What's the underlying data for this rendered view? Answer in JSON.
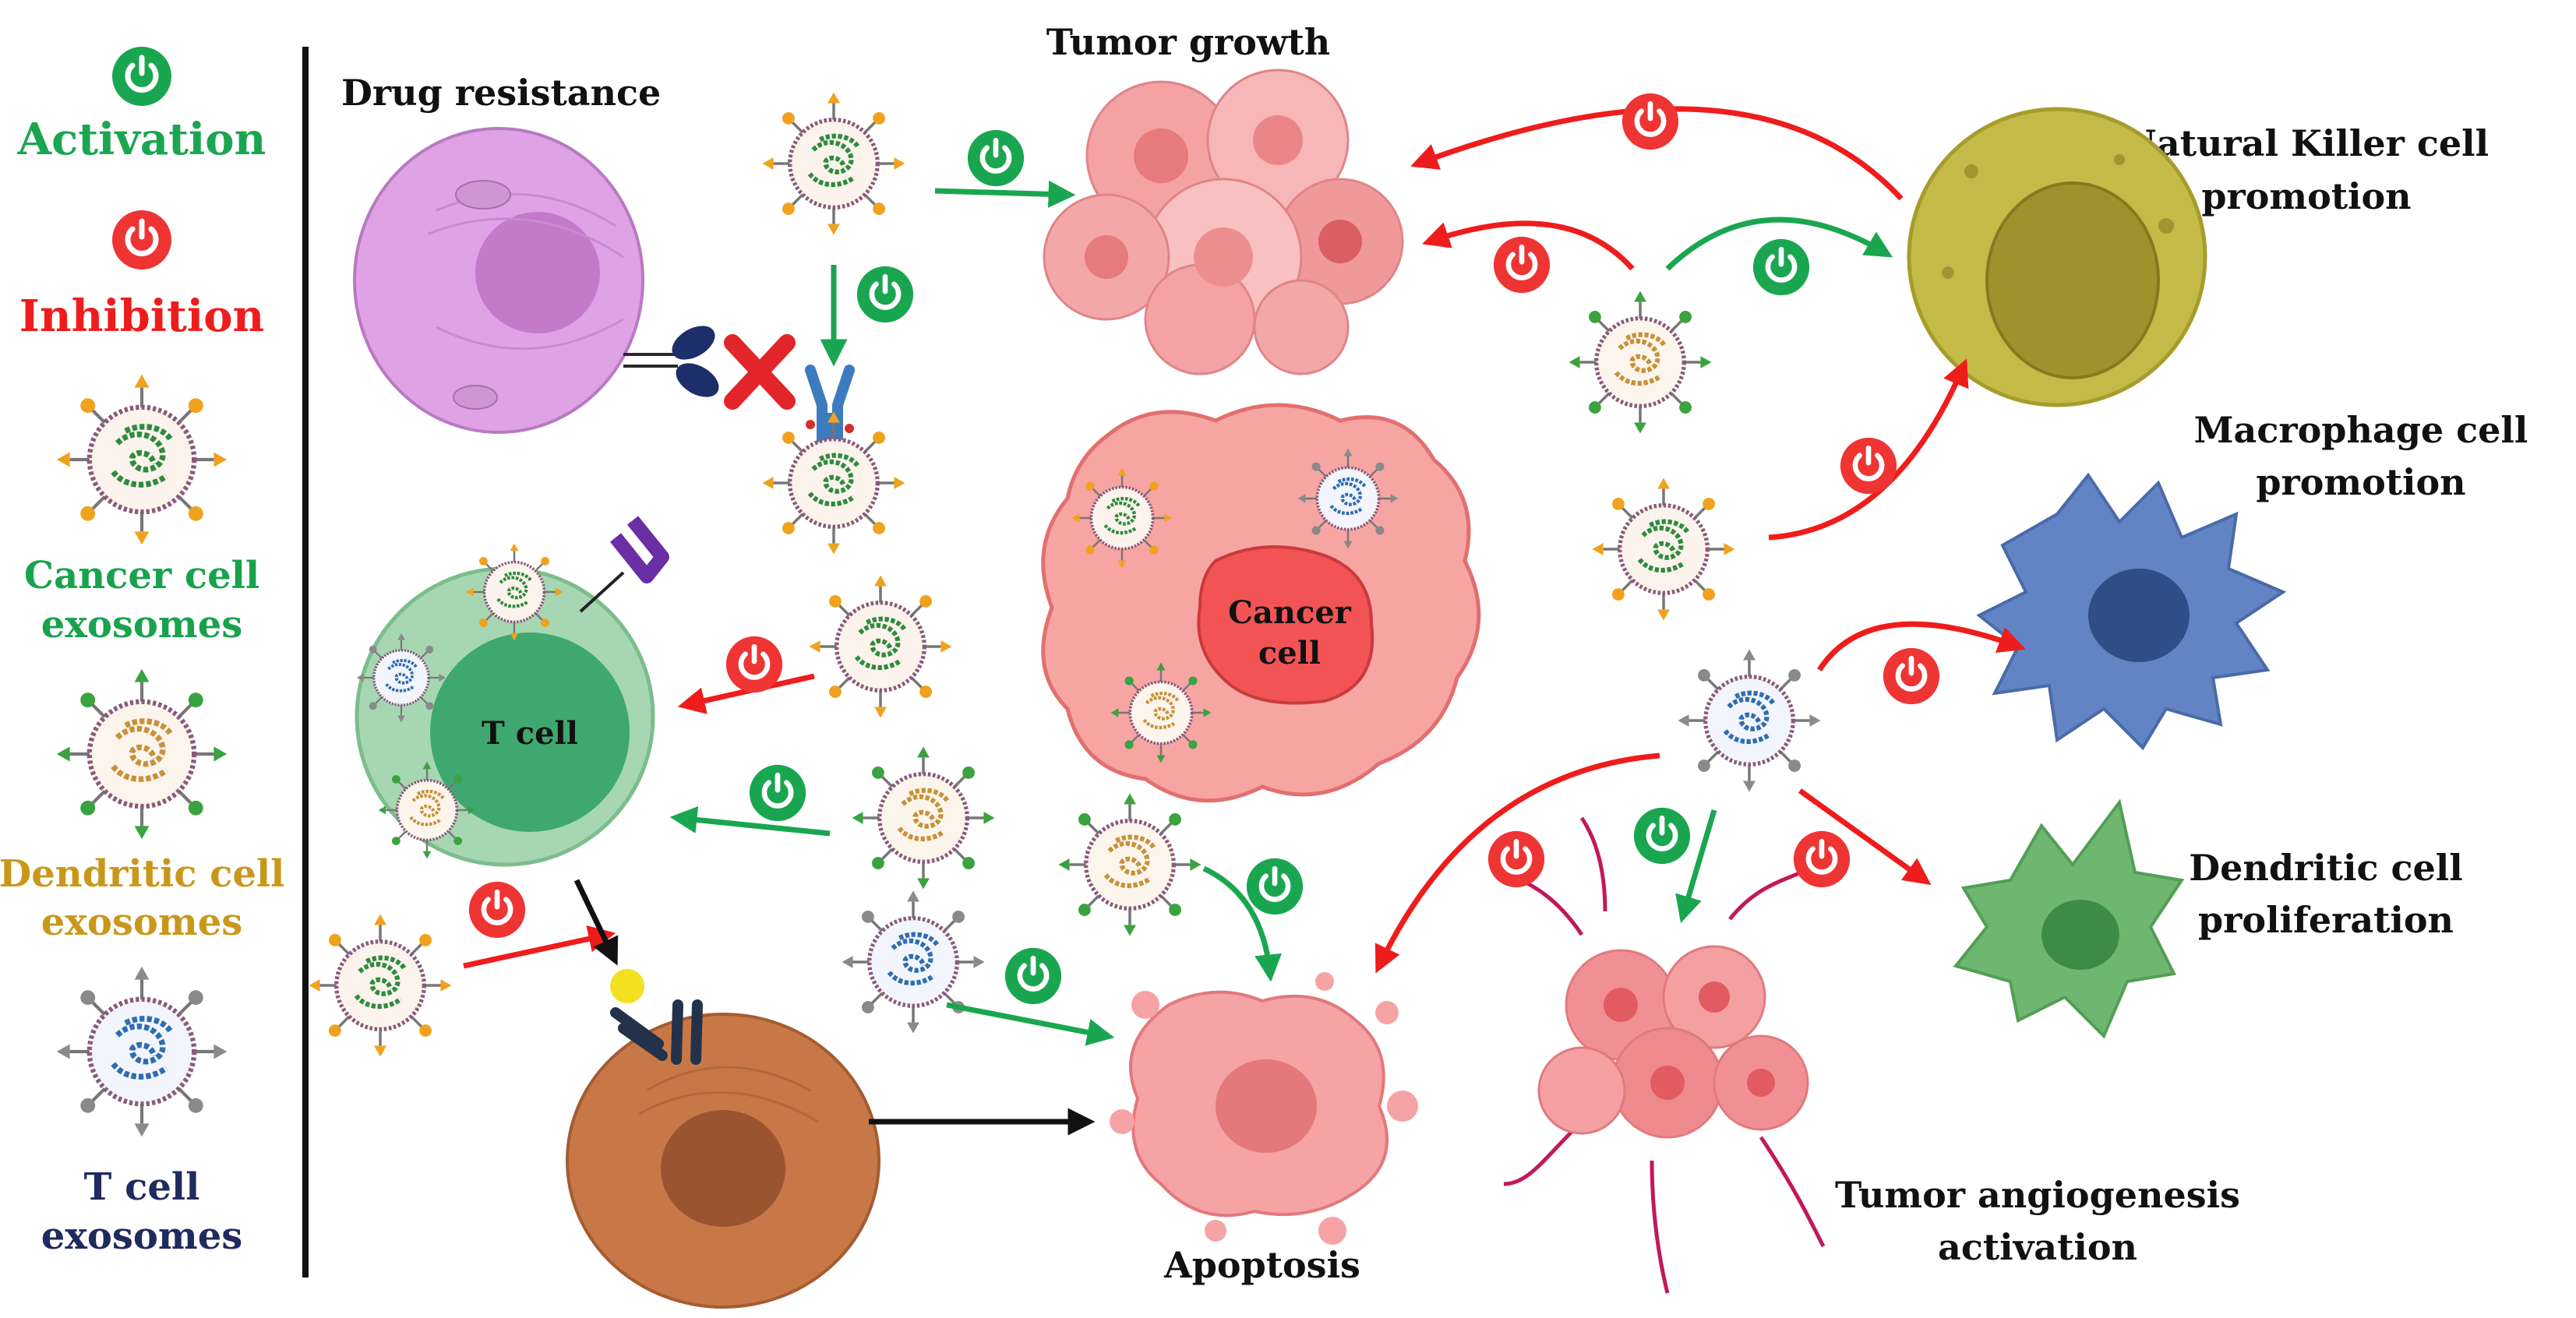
{
  "legend": {
    "activation": "Activation",
    "inhibition": "Inhibition",
    "cancer_exo_line1": "Cancer cell",
    "cancer_exo_line2": "exosomes",
    "dendritic_exo_line1": "Dendritic cell",
    "dendritic_exo_line2": "exosomes",
    "tcell_exo_line1": "T cell",
    "tcell_exo_line2": "exosomes"
  },
  "labels": {
    "drug_resistance": "Drug resistance",
    "tumor_growth": "Tumor growth",
    "nk_line1": "Natural Killer cell",
    "nk_line2": "promotion",
    "macro_line1": "Macrophage cell",
    "macro_line2": "promotion",
    "dendritic_line1": "Dendritic cell",
    "dendritic_line2": "proliferation",
    "angio_line1": "Tumor angiogenesis",
    "angio_line2": "activation",
    "apoptosis": "Apoptosis",
    "cancer_cell_line1": "Cancer",
    "cancer_cell_line2": "cell",
    "t_cell": "T cell"
  },
  "colors": {
    "activation": "#1aa650",
    "inhibition": "#ef1c1c",
    "cancer_exosome_core": "#2e8b3e",
    "dendritic_exosome_core": "#c8913a",
    "tcell_exosome_core": "#2f6db0",
    "arrow_neutral": "#111111"
  },
  "icons": {
    "activation": "power-icon",
    "inhibition": "power-icon"
  }
}
